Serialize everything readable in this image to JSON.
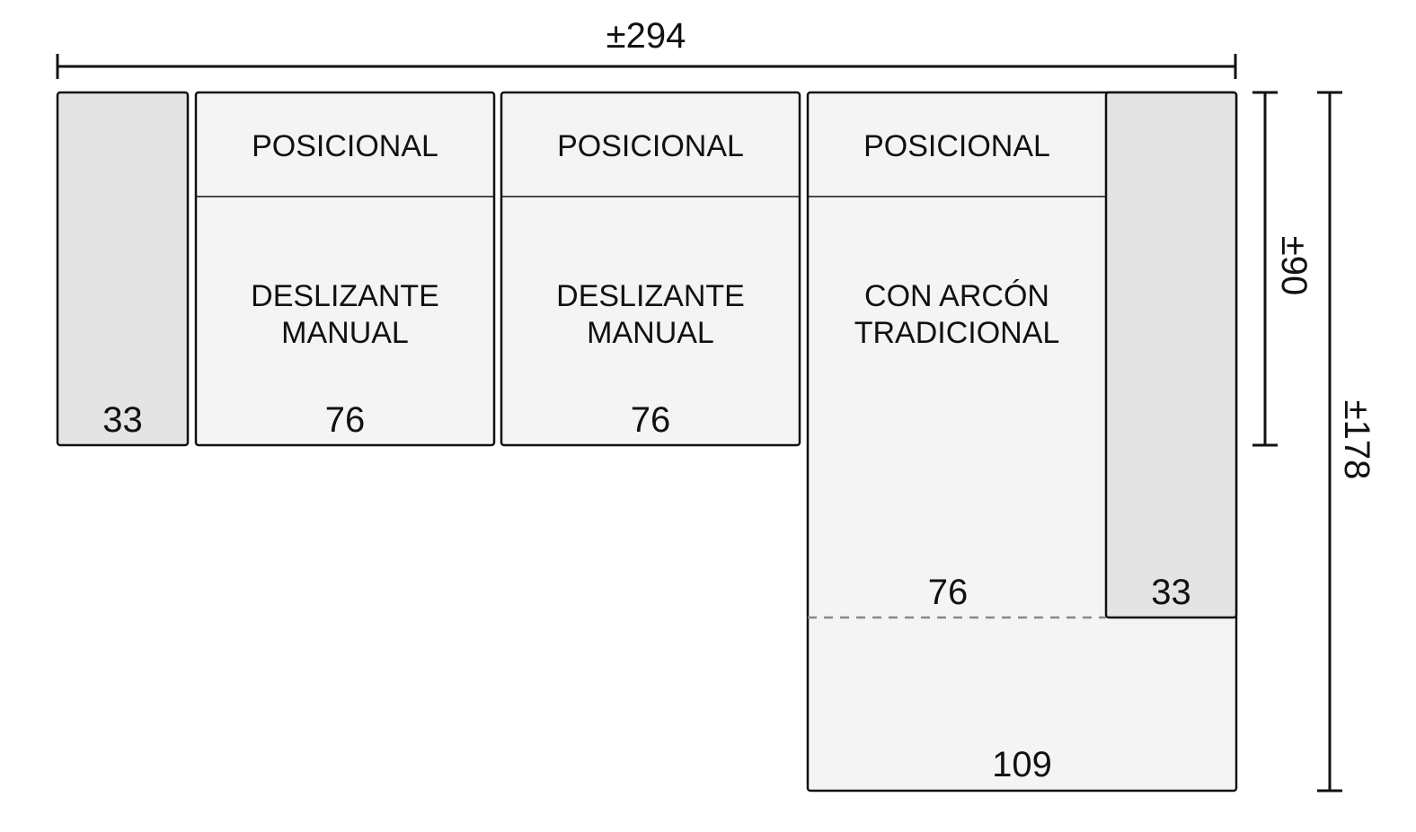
{
  "dimensions": {
    "total_width": "±294",
    "seat_depth": "±90",
    "total_depth": "±178"
  },
  "modules": {
    "left_arm": {
      "width": "33"
    },
    "seat1": {
      "headrest": "POSICIONAL",
      "mechanism_line1": "DESLIZANTE",
      "mechanism_line2": "MANUAL",
      "width": "76"
    },
    "seat2": {
      "headrest": "POSICIONAL",
      "mechanism_line1": "DESLIZANTE",
      "mechanism_line2": "MANUAL",
      "width": "76"
    },
    "chaise": {
      "headrest": "POSICIONAL",
      "mechanism_line1": "CON ARCÓN",
      "mechanism_line2": "TRADICIONAL",
      "width": "76",
      "depth": "109"
    },
    "right_arm": {
      "width": "33"
    }
  },
  "colors": {
    "module_fill": "#f4f4f4",
    "arm_fill": "#e4e4e4",
    "stroke": "#111111",
    "dashed": "#888888"
  }
}
